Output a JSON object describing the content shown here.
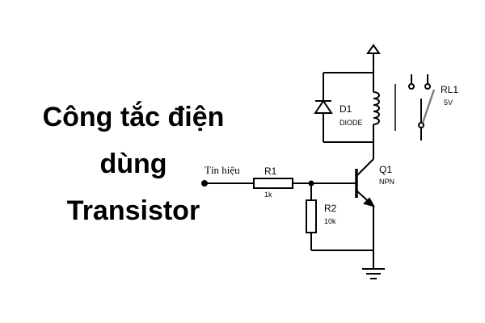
{
  "title": {
    "line1": "Công tắc điện",
    "line2": "dùng",
    "line3": "Transistor"
  },
  "schematic": {
    "input_label": "Tín hiệu",
    "r1": {
      "name": "R1",
      "value": "1k"
    },
    "r2": {
      "name": "R2",
      "value": "10k"
    },
    "q1": {
      "name": "Q1",
      "type": "NPN"
    },
    "d1": {
      "name": "D1",
      "type": "DIODE"
    },
    "rl1": {
      "name": "RL1",
      "voltage": "5V"
    }
  },
  "colors": {
    "line": "#000000",
    "switch_arm": "#7f7f7f"
  }
}
